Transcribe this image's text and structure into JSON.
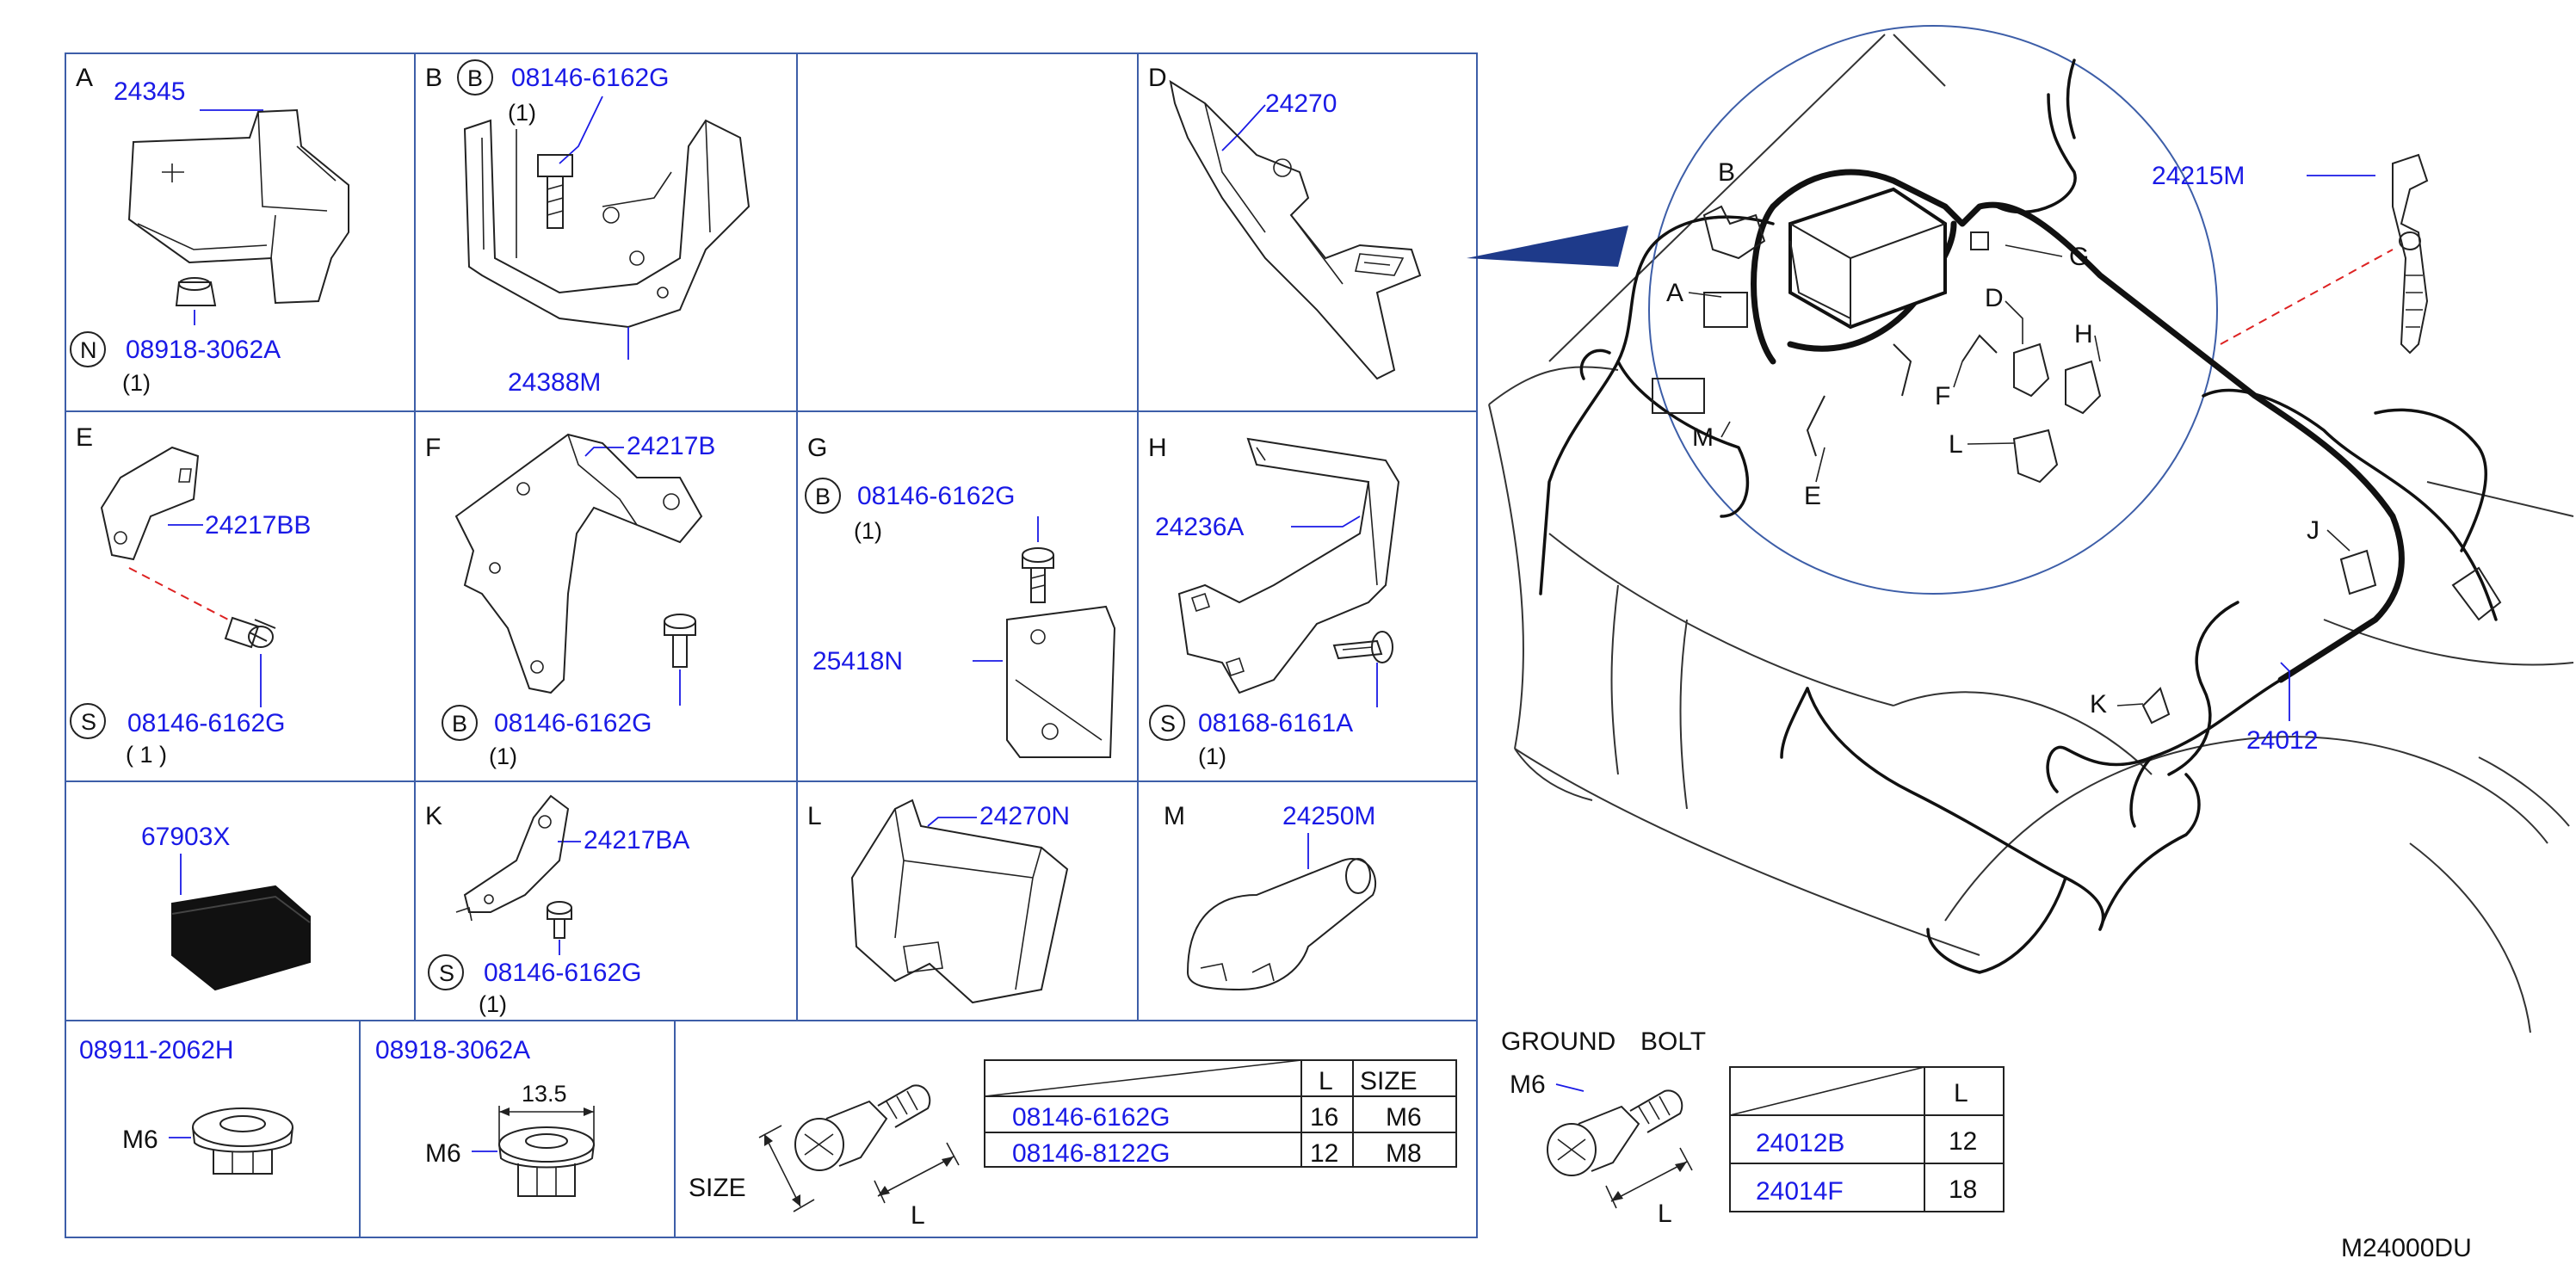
{
  "cells": {
    "A": {
      "letter": "A",
      "part": "24345",
      "fastener_code": "N",
      "fastener_part": "08918-3062A",
      "qty": "(1)"
    },
    "B": {
      "letter": "B",
      "fastener_code": "B",
      "fastener_part": "08146-6162G",
      "qty": "(1)",
      "part": "24388M"
    },
    "D": {
      "letter": "D",
      "part": "24270"
    },
    "E": {
      "letter": "E",
      "part": "24217BB",
      "fastener_code": "S",
      "fastener_part": "08146-6162G",
      "qty": "(  1  )"
    },
    "F": {
      "letter": "F",
      "part": "24217B",
      "fastener_code": "B",
      "fastener_part": "08146-6162G",
      "qty": "(1)"
    },
    "G": {
      "letter": "G",
      "fastener_code": "B",
      "fastener_part": "08146-6162G",
      "qty": "(1)",
      "part": "25418N"
    },
    "H": {
      "letter": "H",
      "part": "24236A",
      "fastener_code": "S",
      "fastener_part": "08168-6161A",
      "qty": "(1)"
    },
    "X": {
      "part": "67903X"
    },
    "K": {
      "letter": "K",
      "part": "24217BA",
      "fastener_code": "S",
      "fastener_part": "08146-6162G",
      "qty": "(1)"
    },
    "L": {
      "letter": "L",
      "part": "24270N"
    },
    "M": {
      "letter": "M",
      "part": "24250M"
    }
  },
  "nuts": [
    {
      "part": "08911-2062H",
      "size_label": "M6"
    },
    {
      "part": "08918-3062A",
      "size_label": "M6",
      "dimension": "13.5"
    }
  ],
  "bolt_table": {
    "size_label": "SIZE",
    "length_label": "L",
    "headers": [
      "L",
      "SIZE"
    ],
    "rows": [
      {
        "part": "08146-6162G",
        "L": "16",
        "size": "M6"
      },
      {
        "part": "08146-8122G",
        "L": "12",
        "size": "M8"
      }
    ]
  },
  "ground_bolt": {
    "title_1": "GROUND",
    "title_2": "BOLT",
    "size_label": "M6",
    "length_label": "L",
    "header": "L",
    "rows": [
      {
        "part": "24012B",
        "L": "12"
      },
      {
        "part": "24014F",
        "L": "18"
      }
    ]
  },
  "overview": {
    "detail_letters": [
      "A",
      "B",
      "D",
      "E",
      "F",
      "G",
      "H",
      "L",
      "M",
      "J",
      "K"
    ],
    "parts": {
      "clip": "24215M",
      "harness": "24012"
    }
  },
  "diagram_code": "M24000DU",
  "colors": {
    "grid": "#3d5ea8",
    "part_number": "#1a1ae6",
    "ink": "#111111"
  }
}
